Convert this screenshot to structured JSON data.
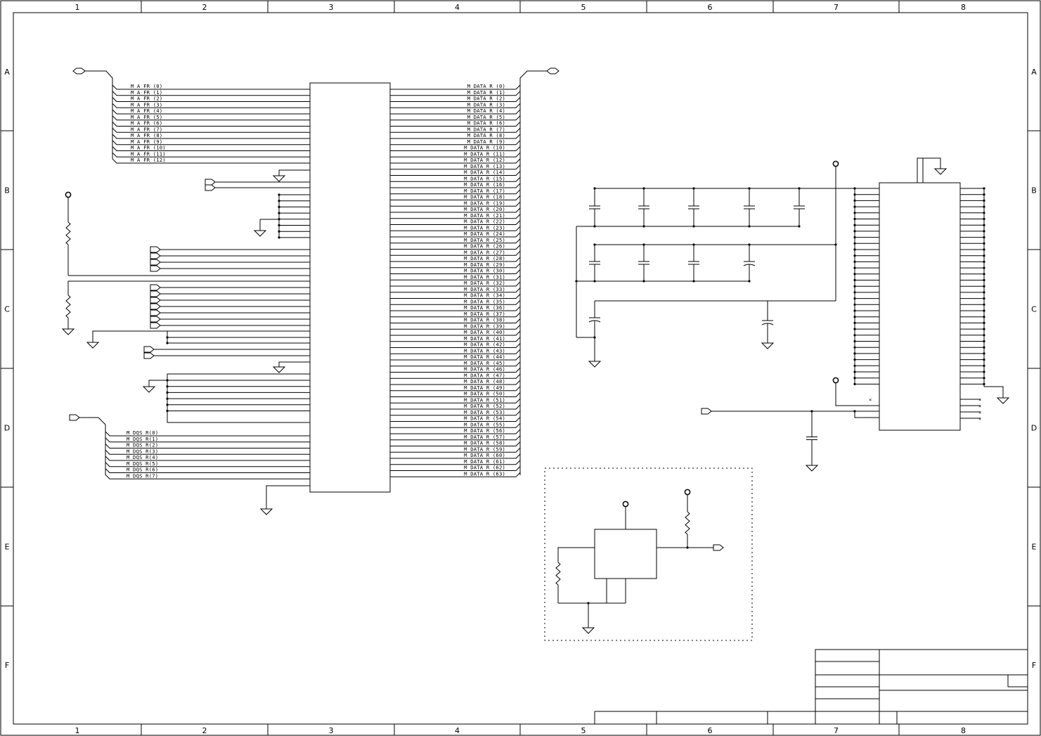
{
  "frame": {
    "columns": [
      "1",
      "2",
      "3",
      "4",
      "5",
      "6",
      "7",
      "8"
    ],
    "rows": [
      "A",
      "B",
      "C",
      "D",
      "E",
      "F"
    ]
  },
  "addr_labels": [
    "M_A_FR_(0)",
    "M_A_FR_(1)",
    "M_A_FR_(2)",
    "M_A_FR_(3)",
    "M_A_FR_(4)",
    "M_A_FR_(5)",
    "M_A_FR_(6)",
    "M_A_FR_(7)",
    "M_A_FR_(8)",
    "M_A_FR_(9)",
    "M_A_FR_(10)",
    "M_A_FR_(11)",
    "M_A_FR_(12)"
  ],
  "data_labels": [
    "M_DATA_R_(0)",
    "M_DATA_R_(1)",
    "M_DATA_R_(2)",
    "M_DATA_R_(3)",
    "M_DATA_R_(4)",
    "M_DATA_R_(5)",
    "M_DATA_R_(6)",
    "M_DATA_R_(7)",
    "M_DATA_R_(8)",
    "M_DATA_R_(9)",
    "M_DATA_R_(10)",
    "M_DATA_R_(11)",
    "M_DATA_R_(12)",
    "M_DATA_R_(13)",
    "M_DATA_R_(14)",
    "M_DATA_R_(15)",
    "M_DATA_R_(16)",
    "M_DATA_R_(17)",
    "M_DATA_R_(18)",
    "M_DATA_R_(19)",
    "M_DATA_R_(20)",
    "M_DATA_R_(21)",
    "M_DATA_R_(22)",
    "M_DATA_R_(23)",
    "M_DATA_R_(24)",
    "M_DATA_R_(25)",
    "M_DATA_R_(26)",
    "M_DATA_R_(27)",
    "M_DATA_R_(28)",
    "M_DATA_R_(29)",
    "M_DATA_R_(30)",
    "M_DATA_R_(31)",
    "M_DATA_R_(32)",
    "M_DATA_R_(33)",
    "M_DATA_R_(34)",
    "M_DATA_R_(35)",
    "M_DATA_R_(36)",
    "M_DATA_R_(37)",
    "M_DATA_R_(38)",
    "M_DATA_R_(39)",
    "M_DATA_R_(40)",
    "M_DATA_R_(41)",
    "M_DATA_R_(42)",
    "M_DATA_R_(43)",
    "M_DATA_R_(44)",
    "M_DATA_R_(45)",
    "M_DATA_R_(46)",
    "M_DATA_R_(47)",
    "M_DATA_R_(48)",
    "M_DATA_R_(49)",
    "M_DATA_R_(50)",
    "M_DATA_R_(51)",
    "M_DATA_R_(52)",
    "M_DATA_R_(53)",
    "M_DATA_R_(54)",
    "M_DATA_R_(55)",
    "M_DATA_R_(56)",
    "M_DATA_R_(57)",
    "M_DATA_R_(58)",
    "M_DATA_R_(59)",
    "M_DATA_R_(60)",
    "M_DATA_R_(61)",
    "M_DATA_R_(62)",
    "M_DATA_R_(63)"
  ],
  "dqs_labels": [
    "M_DQS_R(0)",
    "M_DQS_R(1)",
    "M_DQS_R(2)",
    "M_DQS_R(3)",
    "M_DQS_R(4)",
    "M_DQS_R(5)",
    "M_DQS_R(6)",
    "M_DQS_R(7)"
  ]
}
